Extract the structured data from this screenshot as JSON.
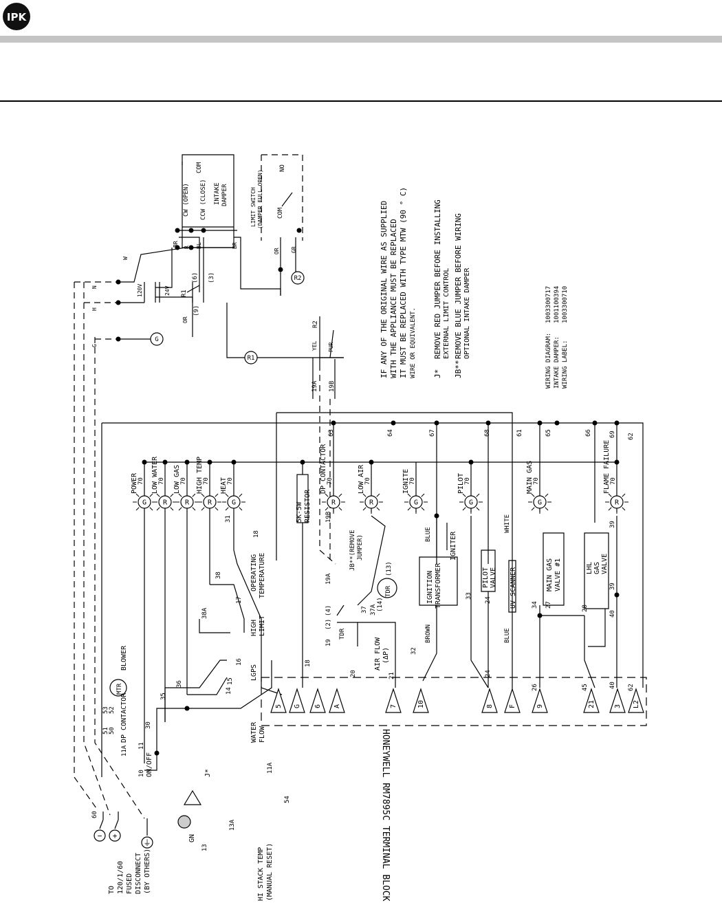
{
  "header": {
    "logo_text": "IPK"
  },
  "wires": {
    "n": "N",
    "h": "H",
    "g": "G",
    "w": "W",
    "br": "BR",
    "r": "R",
    "bl": "BL",
    "or": "OR",
    "gr": "GR",
    "yel": "YEL",
    "pur": "PUR",
    "blue": "BLUE",
    "white": "WHITE",
    "brown": "BROWN",
    "xfmr_primary": "120V",
    "xfmr_secondary": "24V"
  },
  "nums": {
    "n60": "60",
    "n51": "51",
    "n53": "53",
    "n50": "50",
    "n52": "52",
    "n10": "10",
    "n11": "11",
    "n11a": "11A",
    "n30": "30",
    "n35": "35",
    "n36": "36",
    "n54": "54",
    "n13": "13",
    "n13a": "13A",
    "n14": "14",
    "n15": "15",
    "n16": "16",
    "n17": "17",
    "n18": "18",
    "n31": "31",
    "n38": "38",
    "n38a": "38A",
    "n19": "19",
    "n19a": "19A",
    "n19b": "19B",
    "n2": "(2)",
    "n4": "(4)",
    "n13p": "(13)",
    "n14p": "(14)",
    "n20": "20",
    "n21": "21",
    "n32": "32",
    "n33": "33",
    "n24": "24",
    "n34": "34",
    "n27": "27",
    "n28": "28",
    "n39": "39",
    "n40": "40",
    "n37": "37",
    "n37a": "37A",
    "n63": "63",
    "n64": "64",
    "n67": "67",
    "n68": "68",
    "n61": "61",
    "n65": "65",
    "n66": "66",
    "n69": "69",
    "n62": "62",
    "n70": "70",
    "n6p": "(6)",
    "n3p": "(3)",
    "n9p": "(9)",
    "n26": "26",
    "n45": "45"
  },
  "labels": {
    "disconnect": [
      "TO",
      "120/1/60",
      "FUSED",
      "DISCONNECT",
      "(BY OTHERS)"
    ],
    "hi_stack": [
      "HI STACK TEMP",
      "(MANUAL RESET)"
    ],
    "gn": "GN",
    "dp_contactor": "DP CONTACTOR",
    "blower": "BLOWER",
    "mtr": "MTR",
    "on_off": "ON/OFF",
    "j_star": "J*",
    "jb": [
      "JB**(REMOVE",
      "JUMPER)"
    ],
    "water_flow": [
      "WATER",
      "FLOW"
    ],
    "lgps": "LGPS",
    "high_limit": [
      "HIGH",
      "LIMIT"
    ],
    "operating_temp": [
      "OPERATING",
      "TEMPERATURE"
    ],
    "tdr": "TDR",
    "air_flow": [
      "AIR FLOW",
      "(ΔP)"
    ],
    "ignition_xfmr": [
      "IGNITION",
      "TRANSFORMER"
    ],
    "igniter": "IGNITER",
    "pilot_valve": [
      "PILOT",
      "VALVE"
    ],
    "uv_scanner": "UV SCANNER",
    "main_gas_valve": [
      "MAIN GAS",
      "VALVE #1"
    ],
    "lhl_gas_valve": [
      "LHL",
      "GAS",
      "VALVE"
    ],
    "resistor": [
      "5K-5W",
      "RESISTOR"
    ],
    "terminal_block": "HONEYWELL RM7895C TERMINAL BLOCK",
    "intake_damper": [
      "INTAKE",
      "DAMPER"
    ],
    "cw_open": "CW (OPEN)",
    "ccw_close": "CCW (CLOSE)",
    "com": "COM",
    "no": "NO",
    "limit_switch": [
      "LIMIT SWITCH",
      "(DAMPER FULL OPEN)"
    ]
  },
  "indicators": [
    {
      "label": "POWER",
      "color": "G"
    },
    {
      "label": "LOW WATER",
      "color": "R"
    },
    {
      "label": "LOW GAS",
      "color": "R"
    },
    {
      "label": "HIGH TEMP",
      "color": "R"
    },
    {
      "label": "HEAT",
      "color": "G"
    },
    {
      "label": "DP CONTACTOR",
      "color": "R"
    },
    {
      "label": "LOW AIR",
      "color": "R"
    },
    {
      "label": "IGNITE",
      "color": "G"
    },
    {
      "label": "PILOT",
      "color": "G"
    },
    {
      "label": "MAIN GAS",
      "color": "G"
    },
    {
      "label": "FLAME FAILURE",
      "color": "R"
    }
  ],
  "relays": {
    "r1": "R1",
    "r2": "R2",
    "g": "G",
    "r1_coil": "R1",
    "r2_coil": "R2"
  },
  "terminals": [
    "5",
    "G",
    "6",
    "A",
    "7",
    "10",
    "8",
    "F",
    "9",
    "21",
    "3",
    "L2"
  ],
  "notes": {
    "wire": [
      "IF ANY OF THE ORIGINAL WIRE AS SUPPLIED",
      "WITH THE APPLIANCE MUST BE REPLACED",
      "IT MUST BE REPLACED WITH TYPE MTW (90 ° C)",
      "WIRE OR EQUIVALENT."
    ],
    "j_key": "J*",
    "j_text": [
      "REMOVE RED JUMPER BEFORE INSTALLING",
      "EXTERNAL LIMIT CONTROL"
    ],
    "jb_key": "JB**",
    "jb_text": [
      "REMOVE BLUE JUMPER BEFORE WIRING",
      "OPTIONAL INTAKE DAMPER"
    ],
    "refs": [
      {
        "k": "WIRING DIAGRAM:",
        "v": "1003300717"
      },
      {
        "k": "INTAKE DAMPER:",
        "v": "1001100394"
      },
      {
        "k": "WIRING LABEL:",
        "v": "1003300710"
      }
    ]
  }
}
